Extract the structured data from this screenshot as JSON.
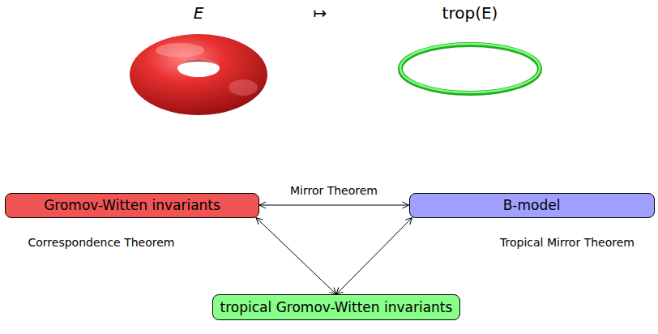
{
  "diagram": {
    "nodes": [
      {
        "text": [
          "Gromov-Witten invariants"
        ]
      },
      {
        "text": [
          "B-model"
        ]
      },
      {
        "text": [
          "tropical Gromov-Witten invariants"
        ]
      }
    ],
    "edges": [
      {
        "from": 0,
        "to": 1,
        "arrow": "both",
        "label": "Mirror Theorem"
      },
      {
        "from": 0,
        "to": 2,
        "arrow": "both",
        "label": "Correspondence Theorem"
      },
      {
        "from": 1,
        "to": 2,
        "arrow": "both",
        "label": "Tropical Mirror Theorem"
      }
    ],
    "labels": [
      "E",
      "↦",
      "trop(E)"
    ]
  }
}
